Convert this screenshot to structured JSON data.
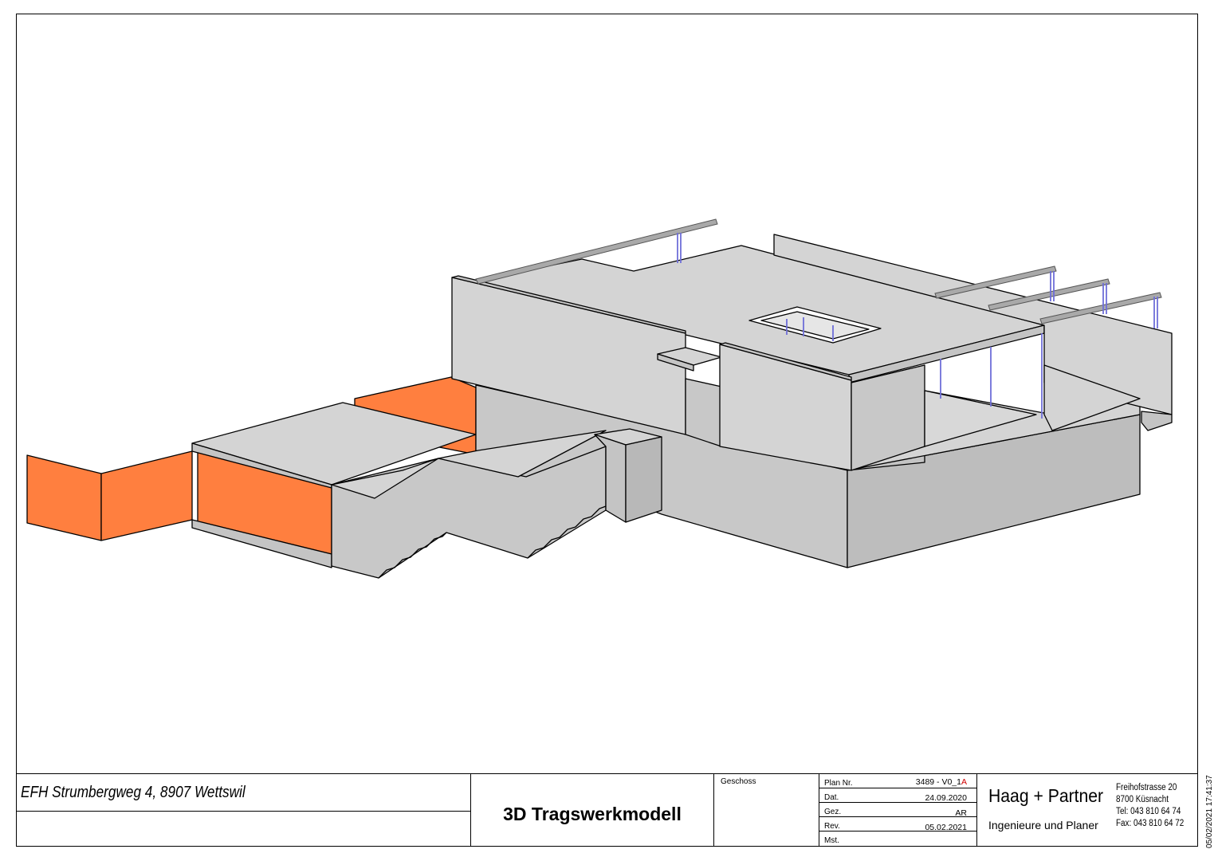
{
  "drawing": {
    "colors": {
      "outline": "#000000",
      "concrete_top": "#d4d4d4",
      "concrete_side": "#c4c4c4",
      "concrete_dark": "#b4b4b4",
      "orange_wall": "#ff7f3f",
      "railing": "#a9a9a9",
      "post": "#6f6fd8"
    }
  },
  "titleblock": {
    "project": "EFH Strumbergweg 4, 8907 Wettswil",
    "title": "3D Tragswerkmodell",
    "geschoss_label": "Geschoss",
    "plan_nr_label": "Plan Nr.",
    "plan_nr_main": "3489 - V0_1",
    "plan_nr_rev": "A",
    "dat_label": "Dat.",
    "dat_value": "24.09.2020",
    "gez_label": "Gez.",
    "gez_value": "AR",
    "rev_label": "Rev.",
    "rev_value": "05.02.2021",
    "mst_label": "Mst.",
    "firm_name": "Haag + Partner",
    "firm_sub": "Ingenieure und Planer",
    "address_1": "Freihofstrasse 20",
    "address_2": "8700 Küsnacht",
    "tel": "Tel:  043 810 64 74",
    "fax": "Fax: 043 810 64 72"
  },
  "timestamp": "05/02/2021 17:41:37"
}
